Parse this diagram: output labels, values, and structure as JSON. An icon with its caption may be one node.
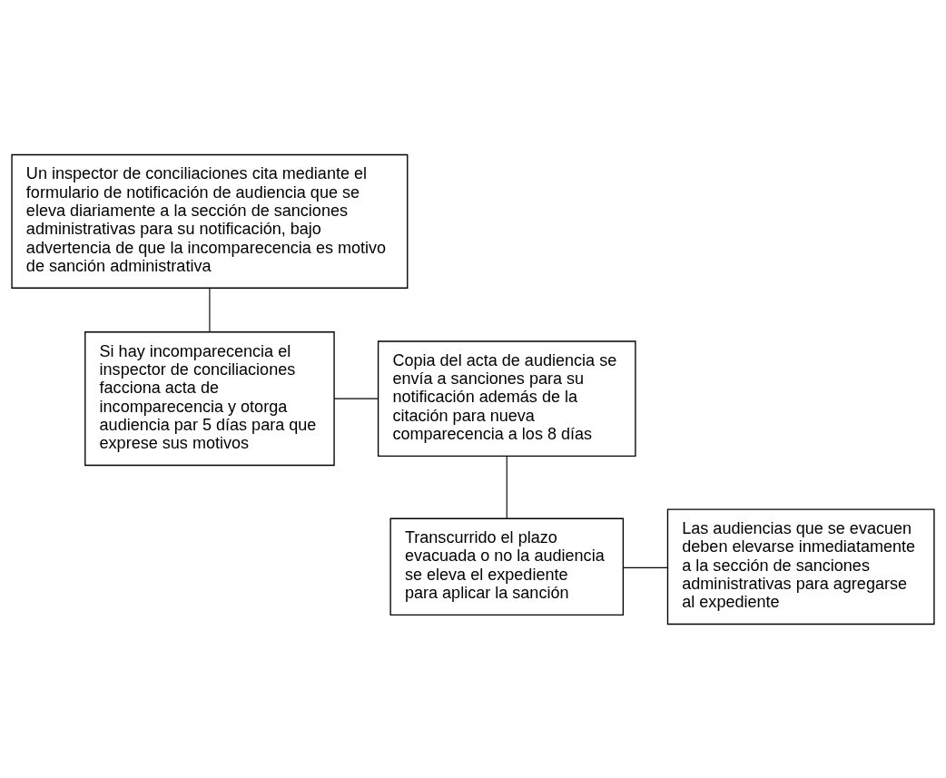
{
  "diagram": {
    "nodes": [
      {
        "text": [
          "Un inspector de conciliaciones cita mediante el formulario de notificación de audiencia que se eleva diariamente a la sección de sanciones administrativas para su notificación, bajo advertencia de que la incomparecencia es motivo de sanción administrativa"
        ]
      },
      {
        "text": [
          "Si hay incomparecencia el inspector de conciliaciones facciona acta de incomparecencia y otorga audiencia par 5 días para que exprese sus motivos"
        ]
      },
      {
        "text": [
          "Copia del acta de audiencia se envía a sanciones para su notificación además de la citación para nueva comparecencia a los 8 días"
        ]
      },
      {
        "text": [
          "Las audiencias que se evacuen deben elevarse inmediatamente a la sección de sanciones administrativas para agregarse al expediente"
        ]
      },
      {
        "text": [
          "Transcurrido el plazo evacuada o no la audiencia se eleva el expediente para aplicar la sanción"
        ]
      }
    ],
    "edges": [
      {
        "from": 0,
        "to": 1,
        "arrow": "none"
      },
      {
        "from": 1,
        "to": 2,
        "arrow": "none"
      },
      {
        "from": 2,
        "to": 4,
        "arrow": "none"
      },
      {
        "from": 4,
        "to": 3,
        "arrow": "none"
      }
    ]
  }
}
